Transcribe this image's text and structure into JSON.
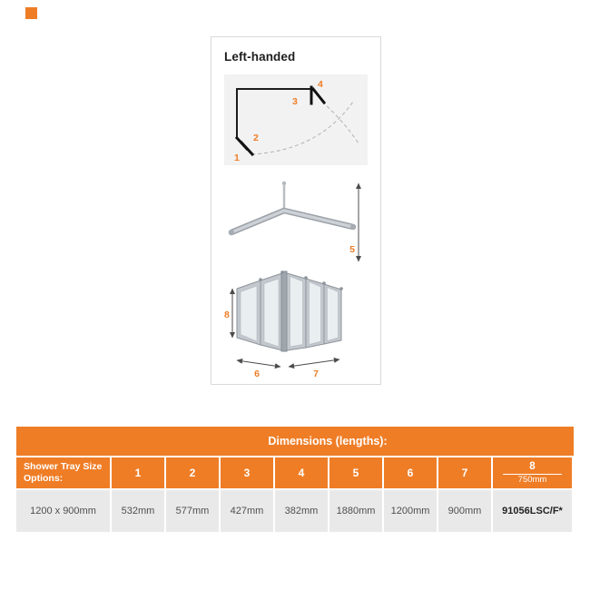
{
  "accent_color": "#EF7D26",
  "product": {
    "orientation": "Left-handed"
  },
  "diagram": {
    "callouts": {
      "c1": "1",
      "c2": "2",
      "c3": "3",
      "c4": "4",
      "c5": "5",
      "c6": "6",
      "c7": "7",
      "c8": "8"
    }
  },
  "table": {
    "title": "Dimensions (lengths):",
    "tray_header": "Shower Tray Size Options:",
    "columns": [
      "1",
      "2",
      "3",
      "4",
      "5",
      "6",
      "7"
    ],
    "col8": {
      "label": "8",
      "sublabel": "750mm"
    },
    "row": {
      "tray_size": "1200 x 900mm",
      "values": [
        "532mm",
        "577mm",
        "427mm",
        "382mm",
        "1880mm",
        "1200mm",
        "900mm"
      ],
      "code": "91056LSC/F*"
    }
  }
}
